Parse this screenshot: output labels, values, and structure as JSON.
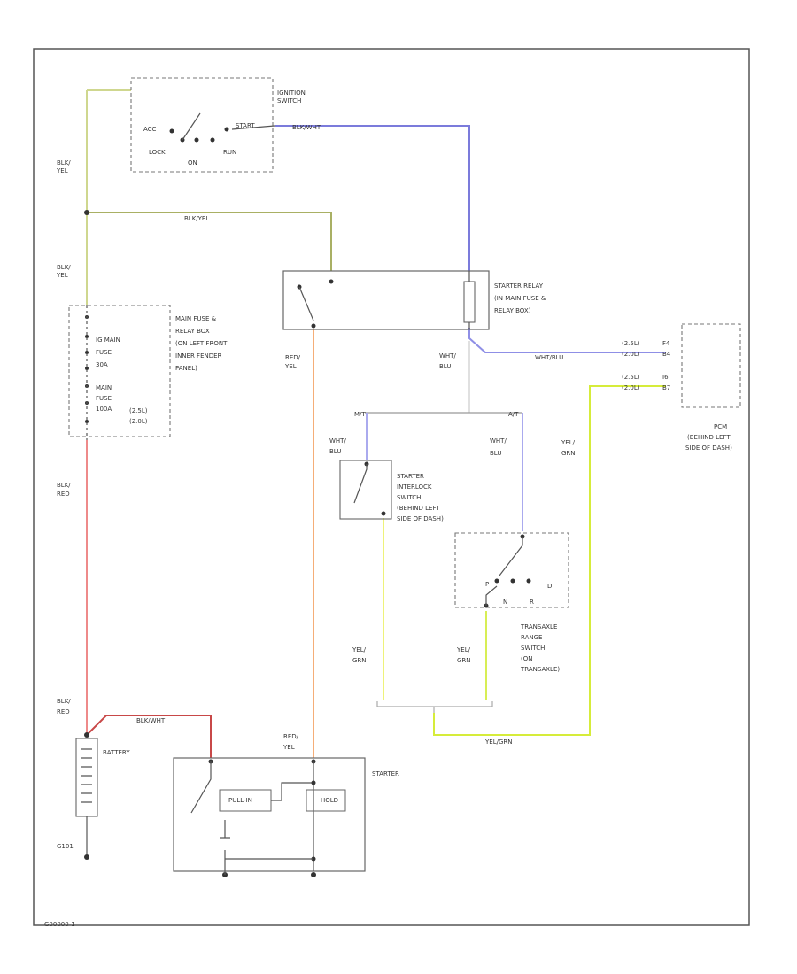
{
  "labels": {
    "ignition_switch": [
      "IGNITION",
      "SWITCH"
    ],
    "acc": "ACC",
    "lock": "LOCK",
    "on": "ON",
    "run": "RUN",
    "start": "START",
    "blk_yel_top": [
      "BLK/",
      "YEL"
    ],
    "blk_yel_mid": [
      "BLK/",
      "YEL"
    ],
    "wire_top_blk_wht": "BLK/WHT",
    "wire_blk_yel_h": "BLK/YEL",
    "fuse_box_desc": [
      "MAIN FUSE &",
      "RELAY BOX",
      "(ON LEFT FRONT",
      "INNER FENDER",
      "PANEL)"
    ],
    "fuse_items": [
      "IG MAIN",
      "FUSE",
      "30A",
      "MAIN",
      "FUSE",
      "100A"
    ],
    "fuse_codes": [
      "(2.5L)",
      "(2.0L)"
    ],
    "starter_relay_desc": [
      "STARTER RELAY",
      "(IN MAIN FUSE &",
      "RELAY BOX)"
    ],
    "red_yel": [
      "RED/",
      "YEL"
    ],
    "wht_blu_relay": [
      "WHT/",
      "BLU"
    ],
    "wht_blu_h": "WHT/BLU",
    "pcm_code_top": [
      "(2.5L)",
      "(2.0L)"
    ],
    "pcm_code_bot": [
      "(2.5L)",
      "(2.0L)"
    ],
    "pcm_pins_top": [
      "F4",
      "B4"
    ],
    "pcm_pins_bot": [
      "I6",
      "B7"
    ],
    "pcm_desc": [
      "PCM",
      "(BEHIND LEFT",
      "SIDE OF DASH)"
    ],
    "yel_grn_pcm": [
      "YEL/",
      "GRN"
    ],
    "mt": "M/T",
    "at": "A/T",
    "wht_blu_left": [
      "WHT/",
      "BLU"
    ],
    "wht_blu_right": [
      "WHT/",
      "BLU"
    ],
    "interlock_desc": [
      "STARTER",
      "INTERLOCK",
      "SWITCH",
      "(BEHIND LEFT",
      "SIDE OF DASH)"
    ],
    "trans_desc": [
      "TRANSAXLE",
      "RANGE",
      "SWITCH",
      "(ON",
      "TRANSAXLE)"
    ],
    "trans_positions": [
      "P",
      "N",
      "R",
      "D"
    ],
    "yel_grn_left": [
      "YEL/",
      "GRN"
    ],
    "yel_grn_right": [
      "YEL/",
      "GRN"
    ],
    "yel_grn_bottom": "YEL/GRN",
    "blk_red": [
      "BLK/",
      "RED"
    ],
    "blk_red_lower": [
      "BLK/",
      "RED"
    ],
    "battery": "BATTERY",
    "blk_wht_batt": "BLK/WHT",
    "g101": "G101",
    "red_yel_starter": [
      "RED/",
      "YEL"
    ],
    "starter": "STARTER",
    "pull_in": "PULL-IN",
    "hold": "HOLD",
    "diagram_code": "G00000-1"
  },
  "colors": {
    "blk_yel": "#c8d08a",
    "blk_yel_h": "#a7ae62",
    "blu_wire": "#7777dd",
    "red_yel": "#f5b07a",
    "blk_red": "#ee8888",
    "blk_red_batt": "#cc4444",
    "yel_grn": "#e8f06a",
    "wht_blu": "#aaaaee",
    "yel_grn_right": "#ddee44"
  }
}
